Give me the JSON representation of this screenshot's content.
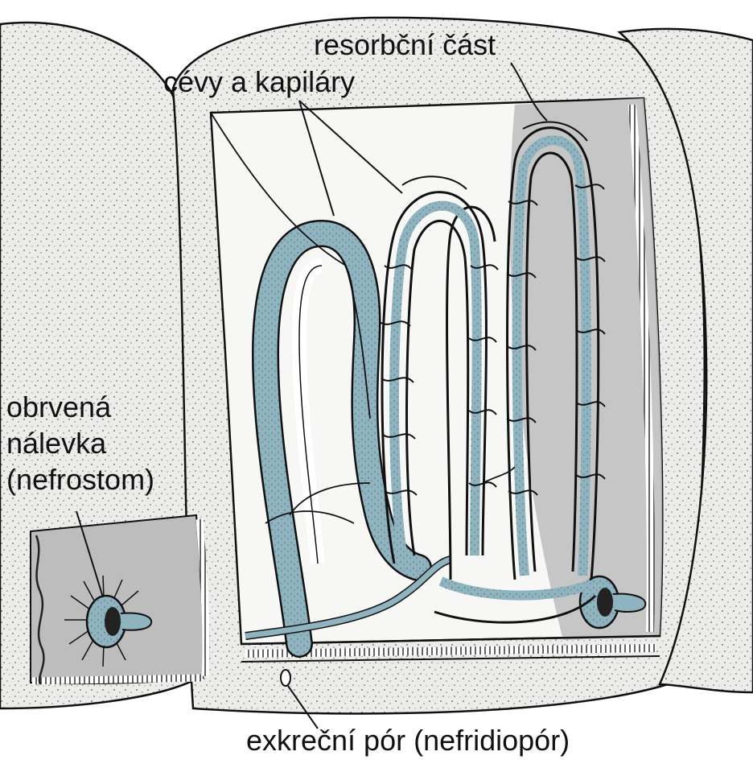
{
  "labels": {
    "resorbcni_cast": "resorbční část",
    "cevy_a_kapilary": "cévy a kapiláry",
    "obrvena_line1": "obrvená",
    "obrvena_line2": "nálevka",
    "obrvena_line3": "(nefrostom)",
    "exkrecni_por": "exkreční pór (nefridiopór)"
  },
  "colors": {
    "tissue": "#e9e9e6",
    "tube": "#8fb3bf",
    "cavity_shade": "#bdbdbd",
    "outline": "#111111",
    "background": "#ffffff"
  }
}
